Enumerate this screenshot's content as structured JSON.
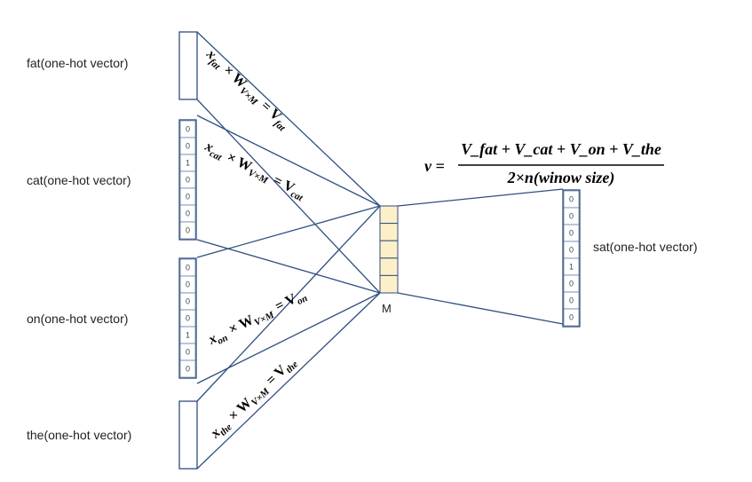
{
  "inputs": {
    "fat": {
      "label": "fat(one-hot vector)",
      "values": []
    },
    "cat": {
      "label": "cat(one-hot vector)",
      "values": [
        "0",
        "0",
        "1",
        "0",
        "0",
        "0",
        "0"
      ]
    },
    "on": {
      "label": "on(one-hot vector)",
      "values": [
        "0",
        "0",
        "0",
        "0",
        "1",
        "0",
        "0"
      ]
    },
    "the": {
      "label": "the(one-hot vector)",
      "values": []
    }
  },
  "output": {
    "label": "sat(one-hot vector)",
    "values": [
      "0",
      "0",
      "0",
      "0",
      "1",
      "0",
      "0",
      "0"
    ]
  },
  "hidden": {
    "label": "M",
    "cells": 5,
    "fill": "#fdf0c8"
  },
  "equations": {
    "fat": {
      "x": "x",
      "xsub": "fat",
      "w": "× W",
      "wsub": "V×M",
      "v": "= V",
      "vsub": "fat"
    },
    "cat": {
      "x": "x",
      "xsub": "cat",
      "w": "× W",
      "wsub": "V×M",
      "v": "= V",
      "vsub": "cat"
    },
    "on": {
      "x": "x",
      "xsub": "on",
      "w": "× W",
      "wsub": "V×M",
      "v": "= V",
      "vsub": "on"
    },
    "the": {
      "x": "x",
      "xsub": "the",
      "w": "× W",
      "wsub": "V×M",
      "v": "= V",
      "vsub": "the"
    }
  },
  "formula": {
    "lhs": "v =",
    "numerator": "V_fat + V_cat + V_on + V_the",
    "denominator": "2×n(winow size)"
  },
  "colors": {
    "line": "#2f4f7f",
    "box_border": "#2f4f7f",
    "cell_border": "#6b7fa6",
    "hidden_fill": "#fdf0c8"
  }
}
